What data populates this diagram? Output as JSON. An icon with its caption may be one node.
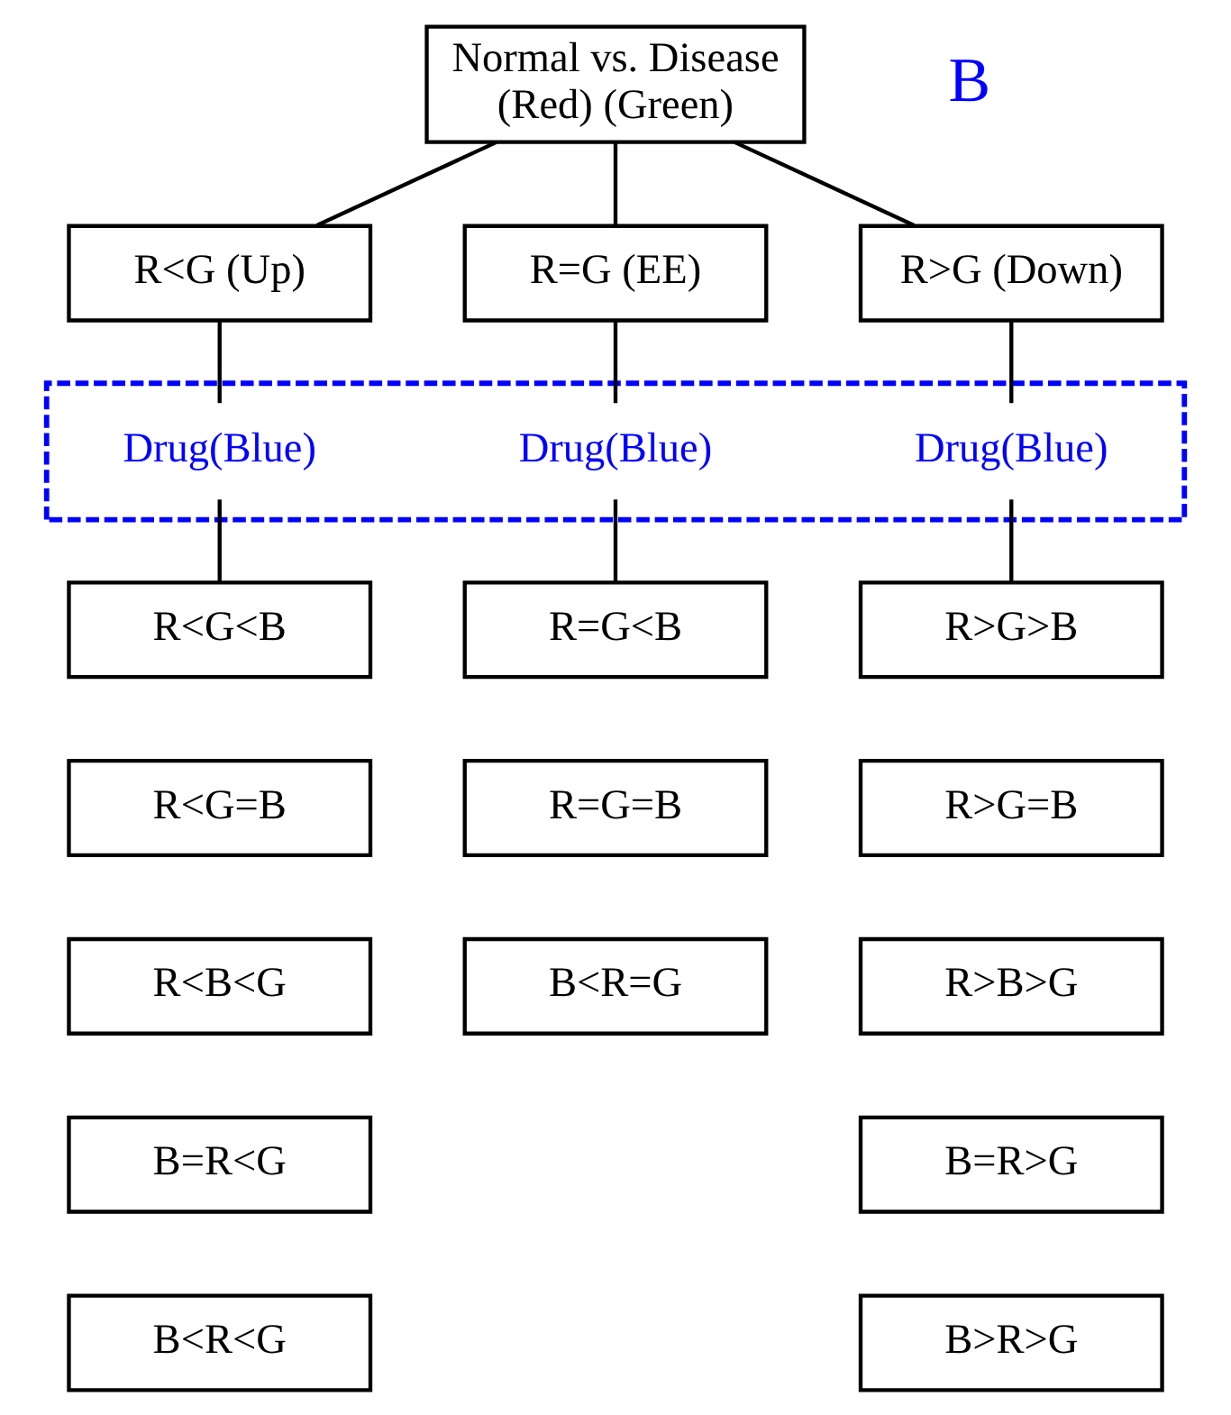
{
  "diagram": {
    "nodes": [
      {
        "text": [
          "Normal vs. Disease",
          "(Red) (Green)"
        ]
      },
      {
        "text": [
          "R<G (Up)"
        ]
      },
      {
        "text": [
          "R=G (EE)"
        ]
      },
      {
        "text": [
          "R>G (Down)"
        ]
      },
      {
        "text": [],
        "shape": "box"
      },
      {
        "text": [
          "Drug(Blue)"
        ],
        "in": 4
      },
      {
        "text": [
          "Drug(Blue)"
        ],
        "in": 4
      },
      {
        "text": [
          "Drug(Blue)"
        ],
        "in": 4
      },
      {
        "text": [
          "R<G<B"
        ]
      },
      {
        "text": [
          "R<G=B"
        ]
      },
      {
        "text": [
          "R<B<G"
        ]
      },
      {
        "text": [
          "B=R<G"
        ]
      },
      {
        "text": [
          "B<R<G"
        ]
      },
      {
        "text": [
          "R=G<B"
        ]
      },
      {
        "text": [
          "R=G=B"
        ]
      },
      {
        "text": [
          "B<R=G"
        ]
      },
      {
        "text": [
          "R>G>B"
        ]
      },
      {
        "text": [
          "R>G=B"
        ]
      },
      {
        "text": [
          "R>B>G"
        ]
      },
      {
        "text": [
          "B=R>G"
        ]
      },
      {
        "text": [
          "B>R>G"
        ]
      }
    ],
    "edges": [
      {
        "from": 0,
        "to": 1,
        "arrow": "none"
      },
      {
        "from": 0,
        "to": 2,
        "arrow": "none"
      },
      {
        "from": 0,
        "to": 3,
        "arrow": "none"
      },
      {
        "from": 1,
        "to": 5,
        "arrow": "none"
      },
      {
        "from": 2,
        "to": 6,
        "arrow": "none"
      },
      {
        "from": 3,
        "to": 7,
        "arrow": "none"
      },
      {
        "from": 5,
        "to": 8,
        "arrow": "none"
      },
      {
        "from": 6,
        "to": 13,
        "arrow": "none"
      },
      {
        "from": 7,
        "to": 16,
        "arrow": "none"
      }
    ],
    "labels": [
      "B"
    ]
  }
}
